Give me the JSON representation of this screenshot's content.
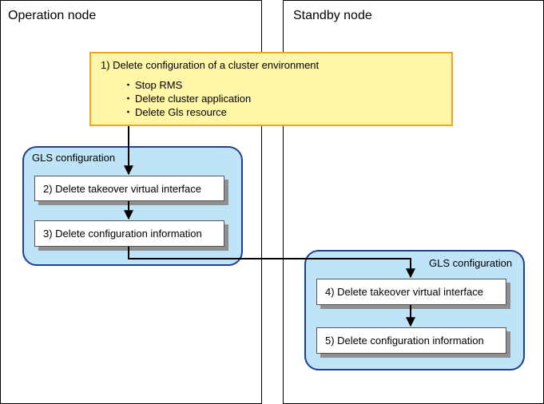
{
  "operation_node": {
    "title": "Operation node"
  },
  "standby_node": {
    "title": "Standby node"
  },
  "cluster_step": {
    "title": "1) Delete configuration of a cluster environment",
    "items": [
      "Stop RMS",
      "Delete cluster application",
      "Delete Gls resource"
    ]
  },
  "operation_gls": {
    "label": "GLS configuration",
    "steps": [
      "2) Delete takeover virtual interface",
      "3) Delete configuration information"
    ]
  },
  "standby_gls": {
    "label": "GLS configuration",
    "steps": [
      "4) Delete takeover virtual interface",
      "5) Delete configuration information"
    ]
  },
  "colors": {
    "gls_fill": "#bfe3f7",
    "gls_border": "#1f3f95",
    "cluster_fill": "#fff6a8",
    "cluster_border": "#f2a321",
    "shadow": "#8e8e8e"
  }
}
